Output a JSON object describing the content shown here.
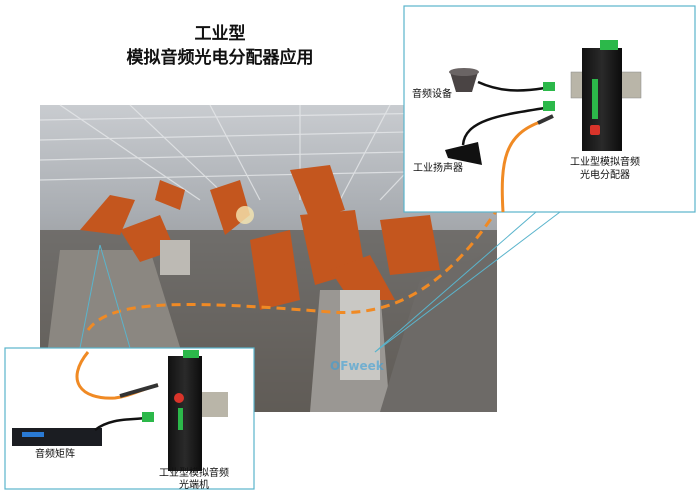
{
  "title": {
    "line1": "工业型",
    "line2": "模拟音频光电分配器应用"
  },
  "top_panel": {
    "audio_device_label": "音频设备",
    "speaker_label": "工业扬声器",
    "distributor_label_line1": "工业型模拟音频",
    "distributor_label_line2": "光电分配器"
  },
  "bottom_panel": {
    "matrix_label": "音频矩阵",
    "transceiver_label_line1": "工业型模拟音频",
    "transceiver_label_line2": "光端机"
  },
  "watermark": "OFweek",
  "colors": {
    "frame": "#5ab4cc",
    "fiber": "#f08a24",
    "connector": "#2cb84a",
    "device": "#1b1b1b"
  }
}
